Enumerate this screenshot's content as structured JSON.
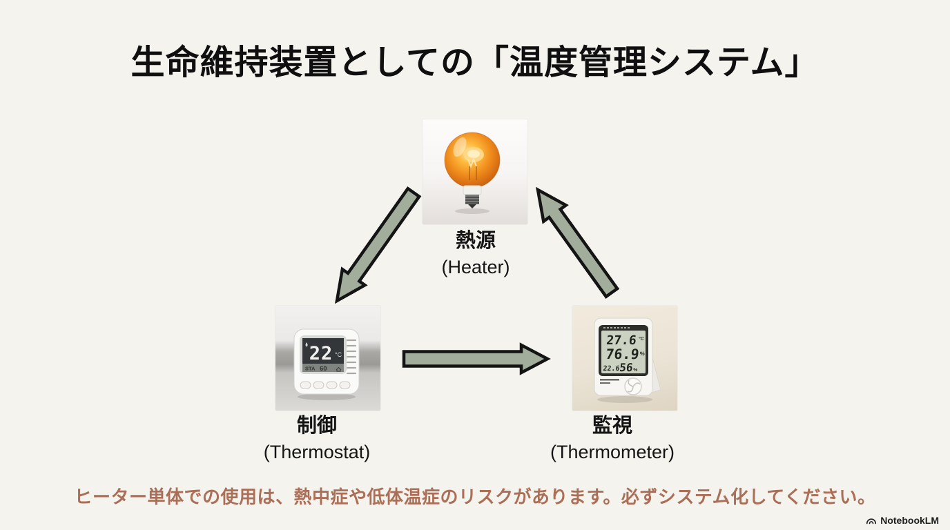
{
  "slide": {
    "title": "生命維持装置としての「温度管理システム」",
    "warning": "ヒーター単体での使用は、熱中症や低体温症のリスクがあります。必ずシステム化してください。",
    "watermark": "NotebookLM"
  },
  "nodes": {
    "heater": {
      "label_jp": "熱源",
      "label_en": "(Heater)"
    },
    "thermostat": {
      "label_jp": "制御",
      "label_en": "(Thermostat)"
    },
    "thermometer": {
      "label_jp": "監視",
      "label_en": "(Thermometer)"
    }
  },
  "arrows": [
    {
      "from": "heater",
      "to": "thermostat"
    },
    {
      "from": "thermostat",
      "to": "thermometer"
    },
    {
      "from": "thermometer",
      "to": "heater"
    }
  ],
  "thermostat_display": {
    "temperature": "22",
    "temp_unit": "°C",
    "mode": "STA",
    "humidity": "60"
  },
  "thermometer_display": {
    "temperature": "27.6",
    "temp_unit": "°C",
    "humidity": "76.9",
    "humidity_unit": "%",
    "memory_temp": "22.6",
    "memory_humidity": "56",
    "memory_humidity_unit": "%"
  },
  "colors": {
    "background": "#f4f3ee",
    "title_text": "#0f0f0f",
    "warning_text": "#ab6f58",
    "arrow_fill": "#a2ad9c",
    "arrow_outline": "#141414",
    "bulb_glow": "#f08c1c"
  }
}
